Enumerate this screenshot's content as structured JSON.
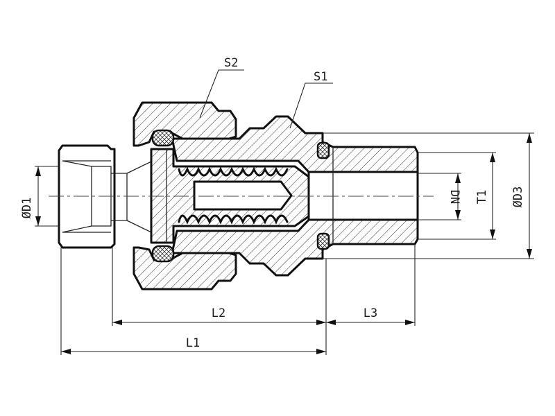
{
  "labels": {
    "S1": "S1",
    "S2": "S2",
    "D1": "ØD1",
    "DN": "DN",
    "T1": "T1",
    "D3": "ØD3",
    "L1": "L1",
    "L2": "L2",
    "L3": "L3"
  }
}
